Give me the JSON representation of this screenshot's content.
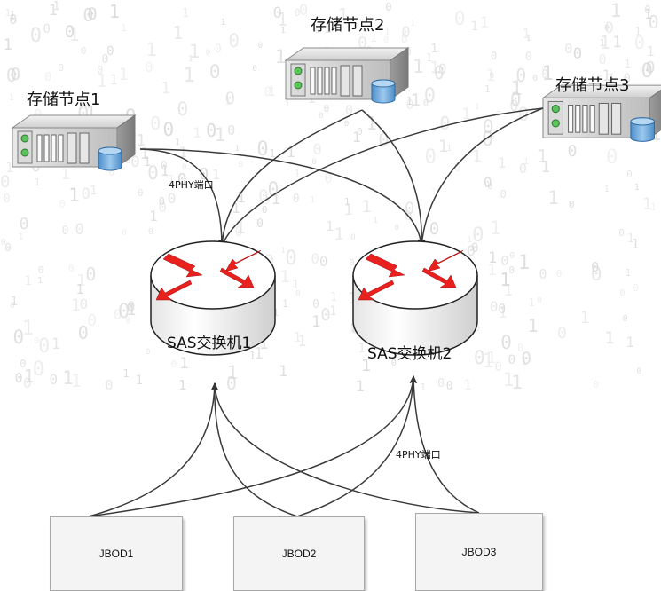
{
  "storage_nodes": [
    {
      "label": "存储节点1"
    },
    {
      "label": "存储节点2"
    },
    {
      "label": "存储节点3"
    }
  ],
  "switches": [
    {
      "label": "SAS交换机1"
    },
    {
      "label": "SAS交换机2"
    }
  ],
  "jbods": [
    {
      "label": "JBOD1"
    },
    {
      "label": "JBOD2"
    },
    {
      "label": "JBOD3"
    }
  ],
  "port_labels": {
    "top": "4PHY端口",
    "bottom": "4PHY端口"
  },
  "colors": {
    "arrow_red": "#e8201e",
    "line": "#3a3a3a",
    "server_body": "#c9c9c9",
    "disk_blue": "#6aa7d9"
  }
}
